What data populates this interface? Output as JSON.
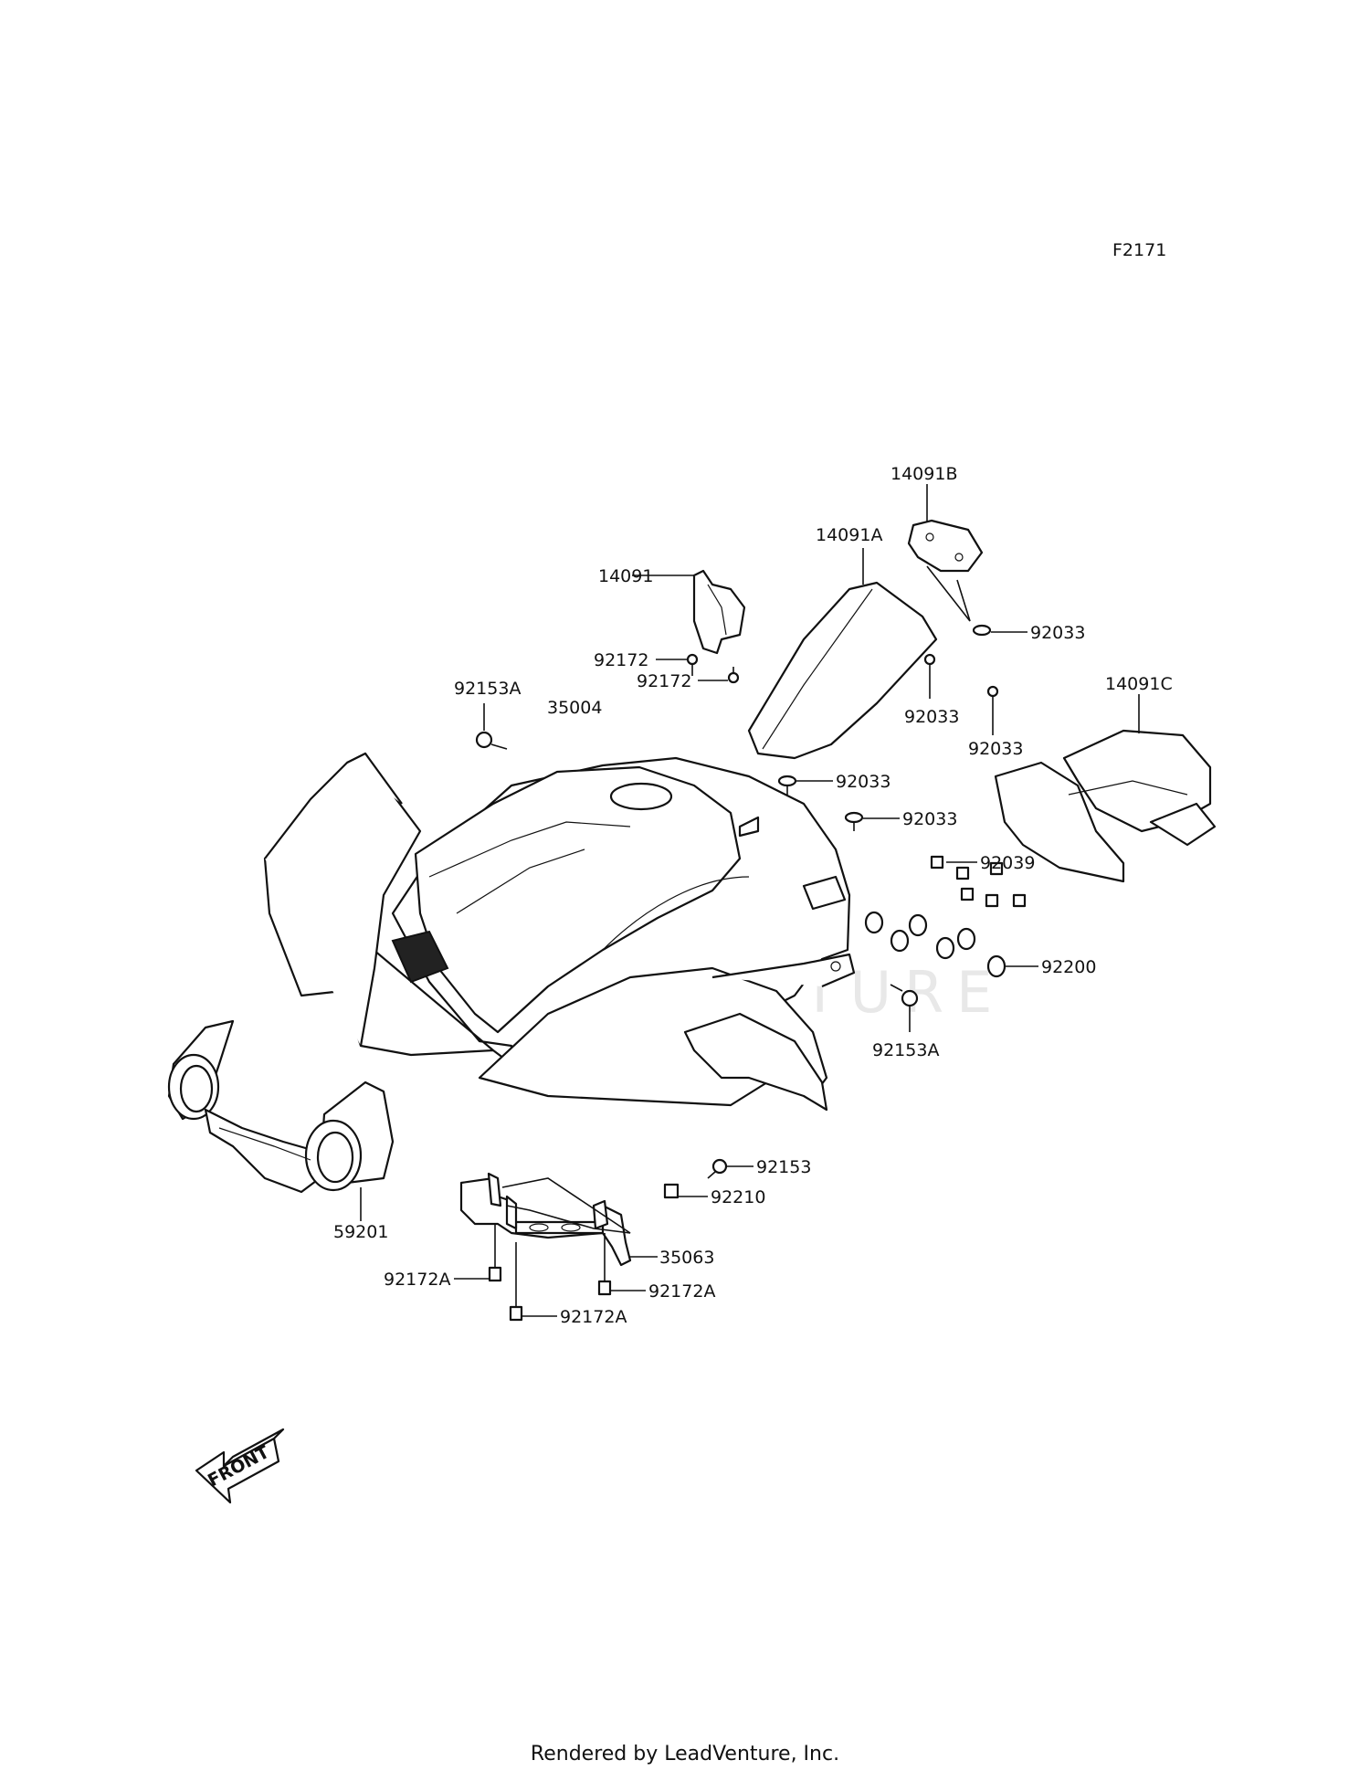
{
  "figure_code": "F2171",
  "watermark": "LEADVENTURE",
  "front_arrow_label": "FRONT",
  "footer": "Rendered by LeadVenture, Inc.",
  "callouts": {
    "c14091B": "14091B",
    "c14091A": "14091A",
    "c14091": "14091",
    "c92033_a": "92033",
    "c92172_a": "92172",
    "c92172_b": "92172",
    "c92033_b": "92033",
    "c14091C": "14091C",
    "c92153A_a": "92153A",
    "c35004": "35004",
    "c92033_c": "92033",
    "c92033_d": "92033",
    "c92033_e": "92033",
    "c92039": "92039",
    "c92200": "92200",
    "c92153A_b": "92153A",
    "c92153": "92153",
    "c92210": "92210",
    "c35063": "35063",
    "c59201": "59201",
    "c92172A_a": "92172A",
    "c92172A_b": "92172A",
    "c92172A_c": "92172A"
  }
}
